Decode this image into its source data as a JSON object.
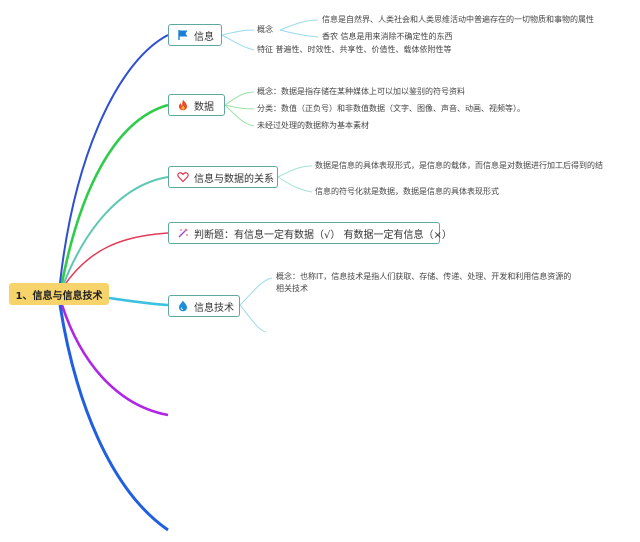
{
  "root": {
    "label": "1、信息与信息技术"
  },
  "topics": [
    {
      "label": "信息",
      "icon": "flag-icon",
      "notes": [
        "概念",
        "信息是自然界、人类社会和人类思维活动中普遍存在的一切物质和事物的属性",
        "香农 信息是用来消除不确定性的东西",
        "特征 普遍性、时效性、共享性、价值性、载体依附性等"
      ]
    },
    {
      "label": "数据",
      "icon": "fire-icon",
      "notes": [
        "概念：数据是指存储在某种媒体上可以加以鉴别的符号资料",
        "分类：数值（正负号）和非数值数据（文字、图像、声音、动画、视频等）。",
        "未经过处理的数据称为基本素材"
      ]
    },
    {
      "label": "信息与数据的关系",
      "icon": "heart-icon",
      "notes": [
        "数据是信息的具体表现形式，是信息的载体，而信息是对数据进行加工后得到的结果，信息是数据的逻辑意义",
        "信息的符号化就是数据，数据是信息的具体表现形式"
      ]
    },
    {
      "label": "判断题：有信息一定有数据（√） 有数据一定有信息（×）",
      "icon": "magic-wand-icon",
      "notes": []
    },
    {
      "label": "信息技术",
      "icon": "droplet-icon",
      "notes": [
        "概念：也称IT，信息技术是指人们获取、存储、传递、处理、开发和利用信息资源的相关技术"
      ]
    }
  ],
  "colors": {
    "root": "#f7d46b",
    "branch_blue": "#2e4fd1",
    "branch_green": "#2ecc4a",
    "branch_teal": "#5cc7b2",
    "branch_red": "#e23a57",
    "branch_cyan": "#3cc1e0",
    "branch_purple": "#b026e6",
    "branch_blue2": "#1f5fe0",
    "topic_border": "#5fa89f"
  }
}
